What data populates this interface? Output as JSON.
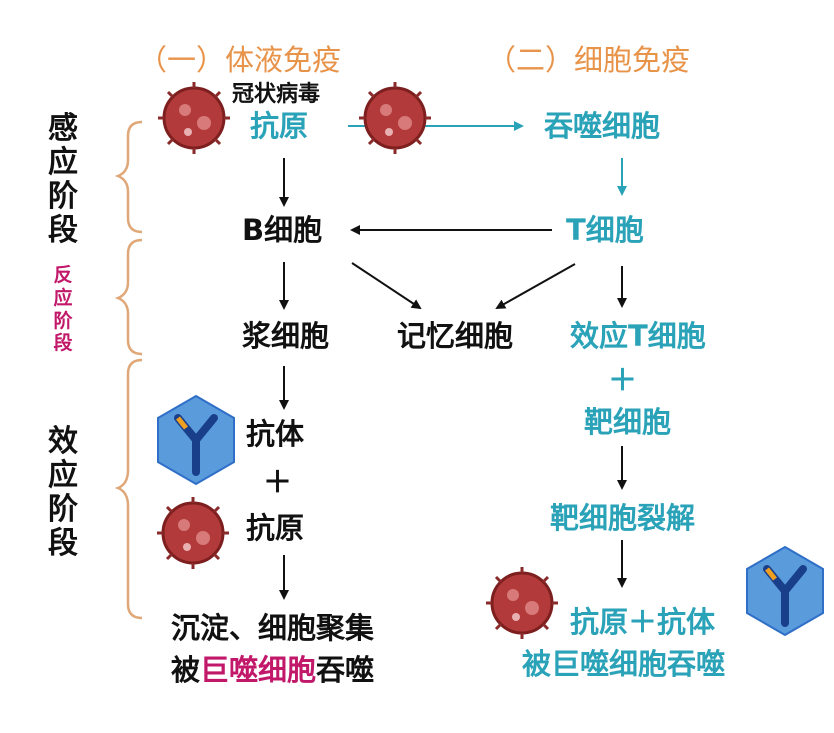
{
  "headers": {
    "humoral": "（一）体液免疫",
    "cellular": "（二）细胞免疫"
  },
  "virus_title": "冠状病毒",
  "phases": {
    "sensing": "感应阶段",
    "reaction": "反应阶段",
    "effect": "效应阶段"
  },
  "humoral_nodes": {
    "antigen": "抗原",
    "b_cell": "B细胞",
    "plasma_cell": "浆细胞",
    "memory_cell": "记忆细胞",
    "antibody": "抗体",
    "plus": "＋",
    "antigen2": "抗原",
    "result_line1": "沉淀、细胞聚集",
    "result_line2_a": "被",
    "result_line2_b": "巨噬细胞",
    "result_line2_c": "吞噬"
  },
  "cellular_nodes": {
    "phagocyte": "吞噬细胞",
    "t_cell": "T细胞",
    "effector_t": "效应T细胞",
    "plus": "＋",
    "target_cell": "靶细胞",
    "lysis": "靶细胞裂解",
    "antigen_antibody": "抗原＋抗体",
    "engulf": "被巨噬细胞吞噬"
  },
  "colors": {
    "header": "#e8934a",
    "black_text": "#111111",
    "teal_text": "#2aa2b8",
    "magenta": "#c2186a",
    "brace": "#e0a878",
    "virus": "#b23a3a",
    "antibody_bg": "#2f6fc8"
  },
  "icons": [
    "virus-icon",
    "antibody-icon"
  ]
}
